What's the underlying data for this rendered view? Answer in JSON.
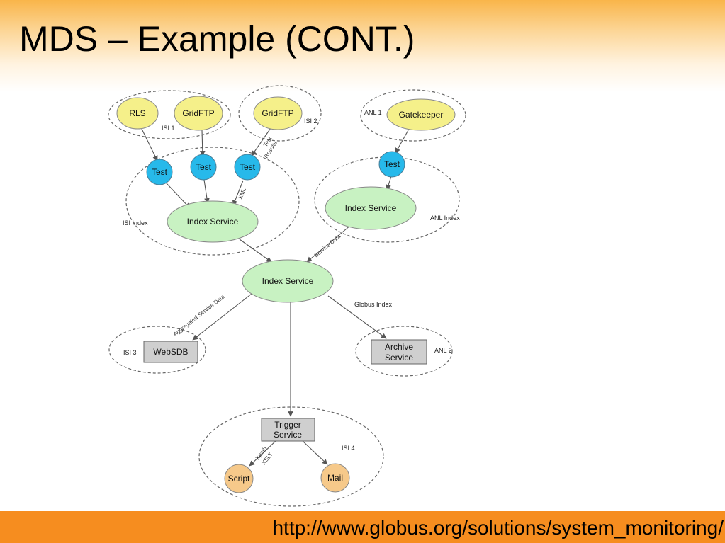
{
  "slide": {
    "title": "MDS – Example (CONT.)",
    "footer_url": "http://www.globus.org/solutions/system_monitoring/"
  },
  "diagram": {
    "clusters": {
      "isi1": "ISI 1",
      "isi2": "ISI 2",
      "anl1": "ANL 1",
      "isi_index": "ISI Index",
      "anl_index": "ANL Index",
      "globus_index": "Globus Index",
      "isi3": "ISI 3",
      "anl2": "ANL 2",
      "isi4": "ISI 4"
    },
    "nodes": {
      "rls": "RLS",
      "gridftp1": "GridFTP",
      "gridftp2": "GridFTP",
      "gatekeeper": "Gatekeeper",
      "test1": "Test",
      "test2": "Test",
      "test3": "Test",
      "test4": "Test",
      "isi_index_service": "Index Service",
      "anl_index_service": "Index Service",
      "globus_index_service": "Index Service",
      "websdb": "WebSDB",
      "archive_line1": "Archive",
      "archive_line2": "Service",
      "trigger_line1": "Trigger",
      "trigger_line2": "Service",
      "script": "Script",
      "mail": "Mail"
    },
    "edge_labels": {
      "test_line1": "Test",
      "test_line2": "Results",
      "xml": "XML",
      "service_data": "Service Data",
      "aggregated_service_data": "Aggregated Service Data",
      "xpath": "Xpath",
      "xslt": "XSLT"
    },
    "colors": {
      "source_node": "#f5f08a",
      "test_node": "#27b9ea",
      "index_node": "#c8f2c2",
      "service_box": "#cfcfcf",
      "action_node": "#f6c98a",
      "slide_accent": "#f68d1f"
    }
  }
}
